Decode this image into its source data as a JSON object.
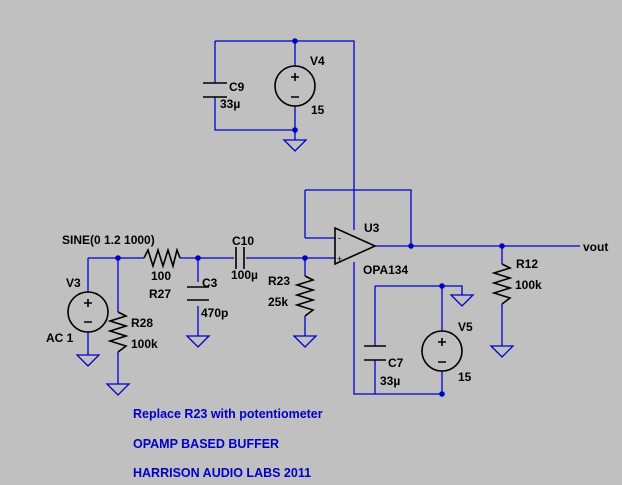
{
  "colors": {
    "background": "#c0c0c0",
    "wire": "#0000c8",
    "component": "#000000",
    "comment": "#0000c8"
  },
  "components": {
    "v4": {
      "name": "V4",
      "value": "15",
      "icon": "dc-voltage-source-icon"
    },
    "c9": {
      "name": "C9",
      "value": "33µ",
      "icon": "capacitor-icon"
    },
    "v3": {
      "name": "V3",
      "value": "AC 1",
      "spec": "SINE(0 1.2 1000)",
      "icon": "ac-voltage-source-icon"
    },
    "r27": {
      "name": "R27",
      "value": "100",
      "icon": "resistor-icon"
    },
    "c3": {
      "name": "C3",
      "value": "470p",
      "icon": "capacitor-icon"
    },
    "r28": {
      "name": "R28",
      "value": "100k",
      "icon": "resistor-icon"
    },
    "c10": {
      "name": "C10",
      "value": "100µ",
      "icon": "capacitor-icon"
    },
    "r23": {
      "name": "R23",
      "value": "25k",
      "icon": "resistor-icon"
    },
    "u3": {
      "name": "U3",
      "value": "OPA134",
      "icon": "opamp-icon"
    },
    "r12": {
      "name": "R12",
      "value": "100k",
      "icon": "resistor-icon"
    },
    "v5": {
      "name": "V5",
      "value": "15",
      "icon": "dc-voltage-source-icon"
    },
    "c7": {
      "name": "C7",
      "value": "33µ",
      "icon": "capacitor-icon"
    }
  },
  "nets": {
    "output": "vout"
  },
  "opamp_pins": {
    "inverting": "-",
    "noninverting": "+"
  },
  "comments": [
    "Replace R23 with potentiometer",
    "OPAMP BASED BUFFER",
    "HARRISON AUDIO LABS 2011"
  ]
}
